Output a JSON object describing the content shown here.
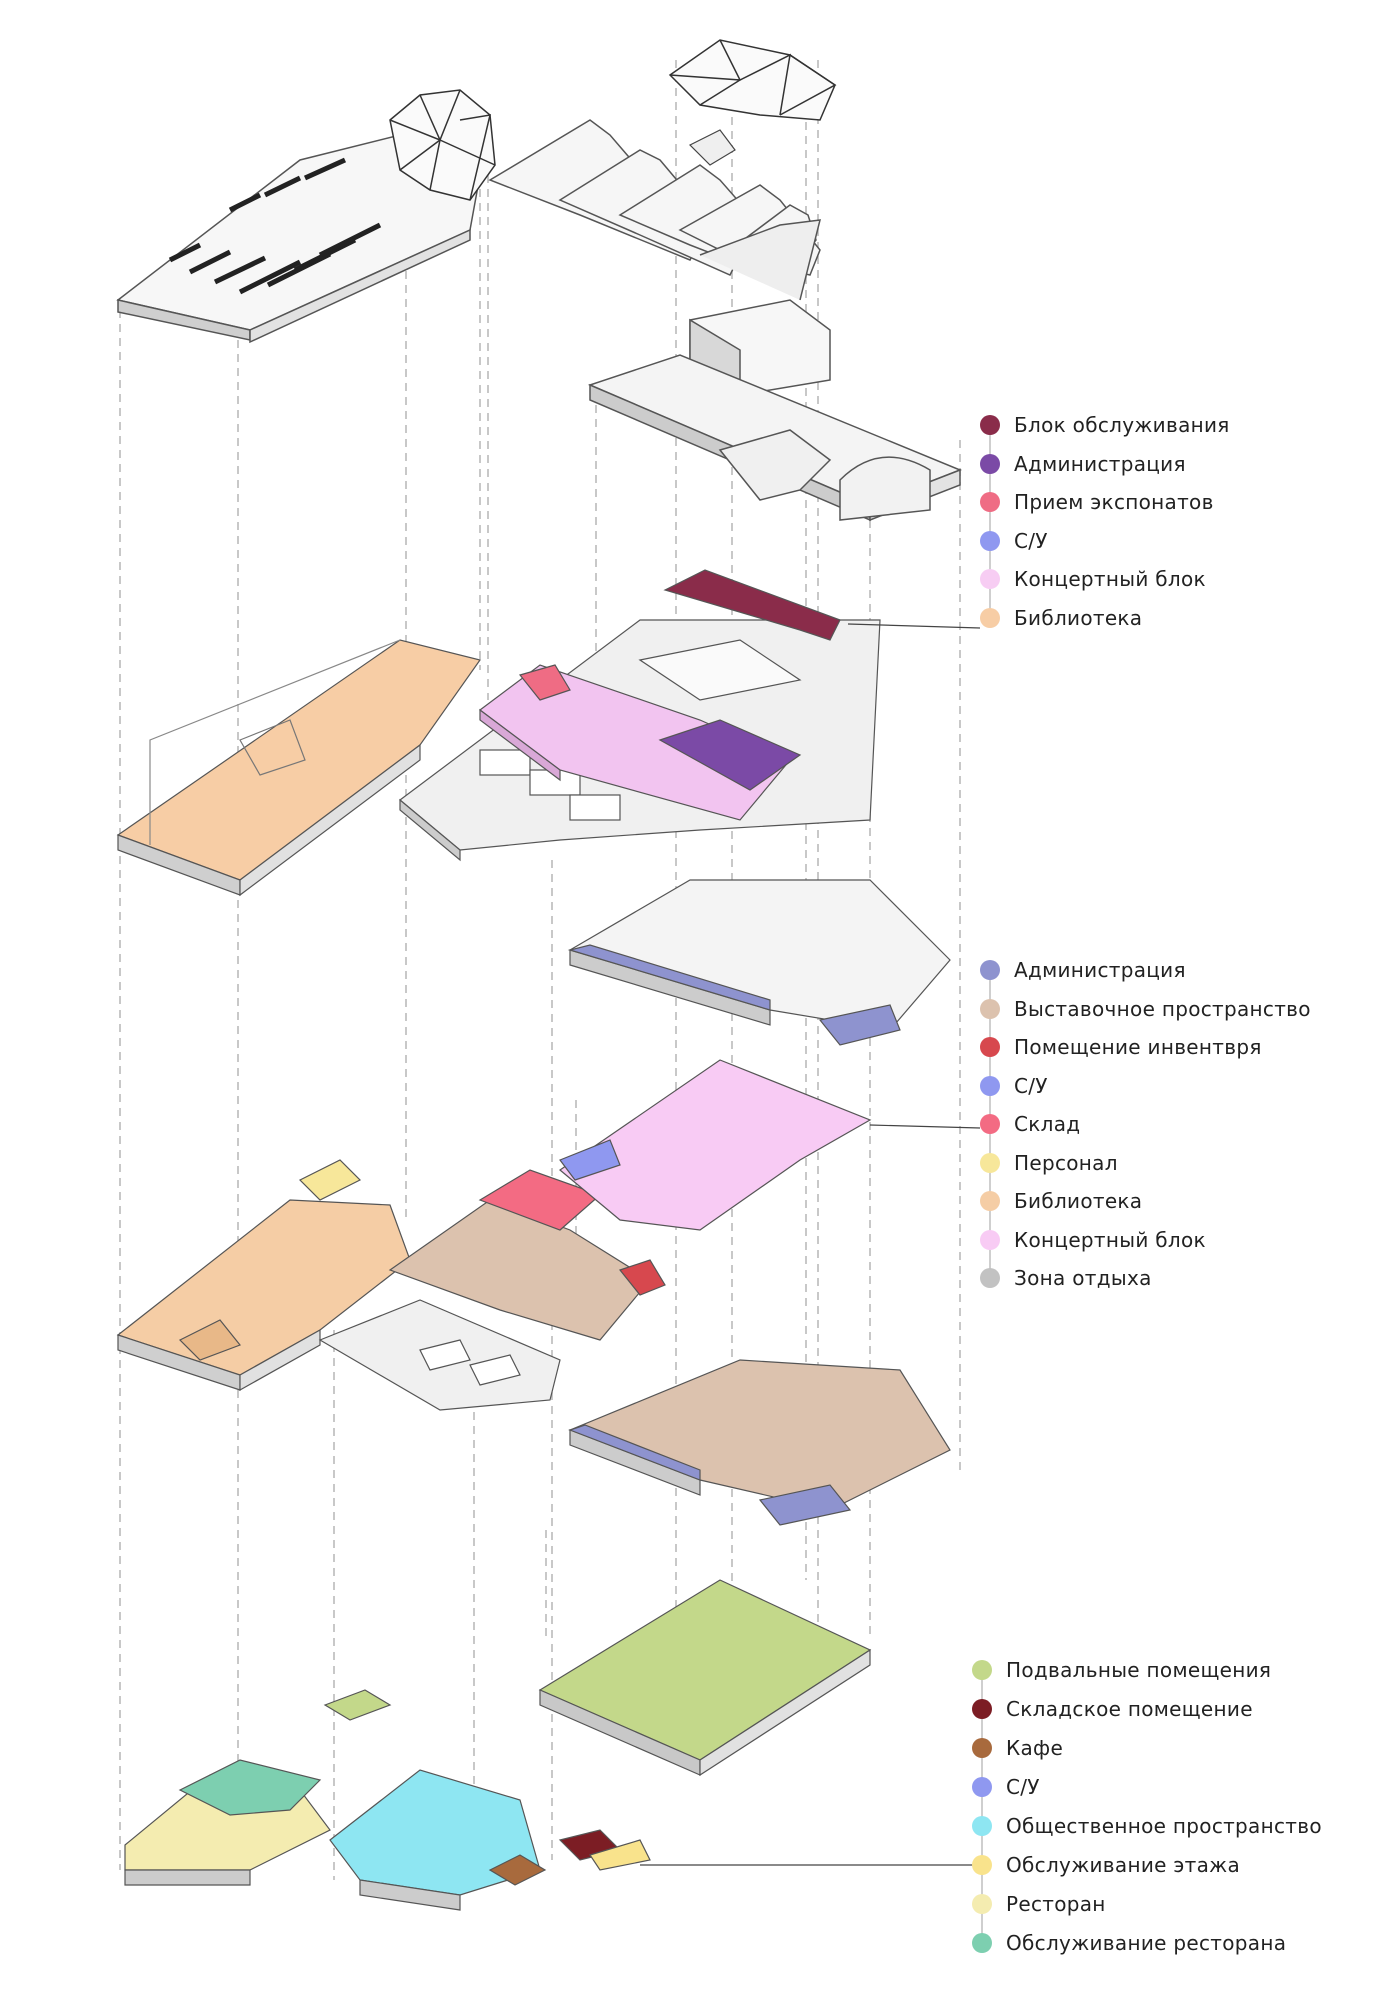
{
  "legends": [
    {
      "id": "level-3",
      "items": [
        {
          "label": "Блок обслуживания",
          "color": "#8a2c4a"
        },
        {
          "label": "Администрация",
          "color": "#7b4aa6"
        },
        {
          "label": "Прием экспонатов",
          "color": "#ef6c84"
        },
        {
          "label": "С/У",
          "color": "#8f98f0"
        },
        {
          "label": "Концертный блок",
          "color": "#f7cdf3"
        },
        {
          "label": "Библиотека",
          "color": "#f7cda5"
        }
      ]
    },
    {
      "id": "level-2",
      "items": [
        {
          "label": "Администрация",
          "color": "#8e93cf"
        },
        {
          "label": "Выставочное пространство",
          "color": "#dcc2ae"
        },
        {
          "label": "Помещение инвентвря",
          "color": "#d7484e"
        },
        {
          "label": "С/У",
          "color": "#8f98f0"
        },
        {
          "label": "Склад",
          "color": "#f36b83"
        },
        {
          "label": "Персонал",
          "color": "#f7e79a"
        },
        {
          "label": "Библиотека",
          "color": "#f5cda5"
        },
        {
          "label": "Концертный блок",
          "color": "#f8cbf4"
        },
        {
          "label": "Зона отдыха",
          "color": "#c2c2c2"
        }
      ]
    },
    {
      "id": "level-1",
      "items": [
        {
          "label": "Подвальные помещения",
          "color": "#c3d88a"
        },
        {
          "label": "Складское помещение",
          "color": "#7c1d24"
        },
        {
          "label": "Кафе",
          "color": "#a86a3d"
        },
        {
          "label": "С/У",
          "color": "#8f98f0"
        },
        {
          "label": "Общественное пространство",
          "color": "#8ee6f2"
        },
        {
          "label": "Обслуживание этажа",
          "color": "#f9e38c"
        },
        {
          "label": "Ресторан",
          "color": "#f4ecb0"
        },
        {
          "label": "Обслуживание ресторана",
          "color": "#7dcfb0"
        }
      ]
    }
  ],
  "colors": {
    "roof_fill": "#f7f7f7",
    "roof_stroke": "#555555",
    "wall_fill": "#dcdcdc",
    "wall_dark": "#a8a8a8",
    "plain_floor": "#f0f0f0",
    "library": "#f7cda5",
    "concert": "#f2c4f0",
    "service_block": "#8a2c4a",
    "admin_purple": "#7b4aa6",
    "reception": "#ef6c84",
    "exhibition": "#dcc2ae",
    "sklad": "#f36b83",
    "wc": "#8f98f0",
    "staff": "#f7e79a",
    "admin_blue": "#8e93cf",
    "basement": "#c3d88a",
    "public": "#8ee6f2",
    "restaurant": "#f4ecb0",
    "restaurant_service": "#7dcfb0",
    "cafe": "#a86a3d",
    "storage": "#7c1d24",
    "floor_service": "#f9e38c",
    "guide": "#b5b5b5"
  }
}
